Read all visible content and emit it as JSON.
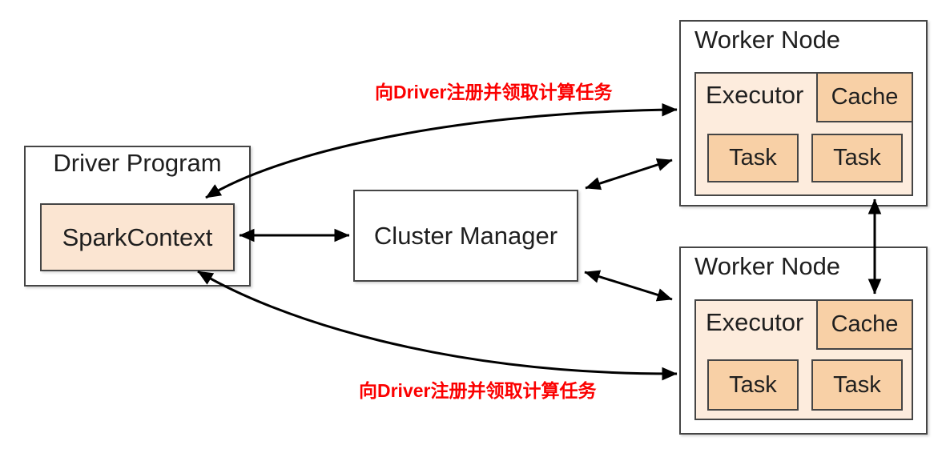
{
  "driver": {
    "title": "Driver Program",
    "spark_context_label": "SparkContext"
  },
  "cluster_manager": {
    "title": "Cluster Manager"
  },
  "workers": [
    {
      "title": "Worker Node",
      "executor_label": "Executor",
      "cache_label": "Cache",
      "tasks": [
        "Task",
        "Task"
      ]
    },
    {
      "title": "Worker Node",
      "executor_label": "Executor",
      "cache_label": "Cache",
      "tasks": [
        "Task",
        "Task"
      ]
    }
  ],
  "annotations": {
    "register_top": "向Driver注册并领取计算任务",
    "register_bottom": "向Driver注册并领取计算任务"
  },
  "colors": {
    "sparkcontext_fill": "#fbe5d2",
    "executor_fill": "#fdecdd",
    "cache_task_fill": "#f8d0a6",
    "border_dark": "#454545",
    "annotation_red": "#fb0000",
    "arrow_black": "#000000"
  }
}
